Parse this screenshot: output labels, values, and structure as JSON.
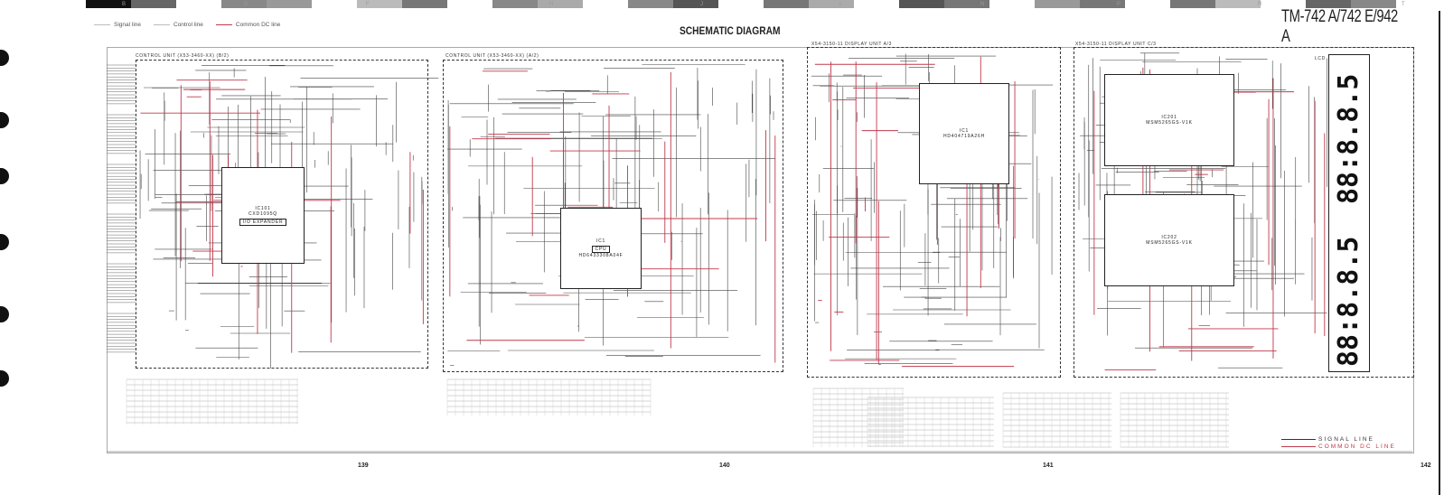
{
  "header": {
    "title": "SCHEMATIC DIAGRAM",
    "model": "TM-742 A/742 E/942 A",
    "column_letters": [
      "B",
      "D",
      "F",
      "H",
      "J",
      "L",
      "N",
      "P",
      "R",
      "T"
    ]
  },
  "legend": {
    "signal": "Signal line",
    "control": "Control line",
    "dc": "Common DC line"
  },
  "units": [
    {
      "label": "CONTROL UNIT  (X53-3460-XX) (B/2)"
    },
    {
      "label": "CONTROL UNIT  (X53-3460-XX) (A/2)"
    },
    {
      "label": "X54-3150-11  DISPLAY UNIT  A/3"
    },
    {
      "label": "X54-3150-11  DISPLAY UNIT  C/3"
    }
  ],
  "ics": [
    {
      "ref": "IC101",
      "part": "CXD1095Q",
      "func": "I/O EXPANDER"
    },
    {
      "ref": "IC1",
      "part": "HD6433308A04F",
      "func": "CPU"
    },
    {
      "ref": "IC1",
      "part": "HD404719A26H",
      "func": ""
    },
    {
      "ref": "IC201",
      "part": "MSM5265GS-V1K",
      "func": ""
    },
    {
      "ref": "IC202",
      "part": "MSM5265GS-V1K",
      "func": ""
    }
  ],
  "lcd_label": "LCD",
  "bottom_legend": {
    "signal": "SIGNAL LINE",
    "dc": "COMMON DC LINE"
  },
  "pages": [
    "139",
    "140",
    "141",
    "142"
  ],
  "colors": {
    "dc_line": "#c0394b",
    "line": "#222222"
  }
}
